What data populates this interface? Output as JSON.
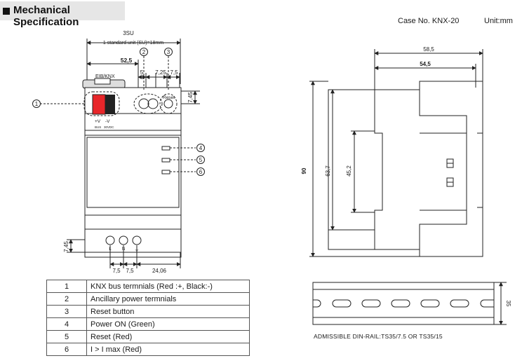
{
  "header": {
    "title": "Mechanical Specification"
  },
  "case_no": "Case No. KNX-20",
  "unit": "Unit:mm",
  "front_view": {
    "width_label": "3SU",
    "su_note": "1 standard unit (SU)=18mm",
    "dim_top": "52,5",
    "dim_5": "5",
    "dim_725": "7,25",
    "dim_75_top": "7,5",
    "dim_745_right": "7,45",
    "dim_745_left": "7,45",
    "dim_75_bottom_a": "7,5",
    "dim_75_bottom_b": "7,5",
    "dim_2406": "24,06",
    "eib_label": "EIB/KNX",
    "reset_label": "Reset",
    "terminal_plus": "+V",
    "terminal_minus": "-V",
    "terminal_bus": "BUS",
    "terminal_vdc": "30VDC",
    "pin_l": "L",
    "pin_n": "N",
    "pin_pe": "⏚",
    "callouts": [
      "1",
      "2",
      "3",
      "4",
      "5",
      "6"
    ]
  },
  "side_view": {
    "dim_585": "58,5",
    "dim_545": "54,5",
    "dim_90": "90",
    "dim_637": "63,7",
    "dim_452": "45,2"
  },
  "rail": {
    "dim_35": "35",
    "label": "ADMISSIBLE DIN-RAIL:TS35/7.5 OR TS35/15"
  },
  "legend": [
    {
      "num": "1",
      "desc": "KNX bus termnials (Red :+, Black:-)"
    },
    {
      "num": "2",
      "desc": "Ancillary power termnials"
    },
    {
      "num": "3",
      "desc": "Reset button"
    },
    {
      "num": "4",
      "desc": "Power ON (Green)"
    },
    {
      "num": "5",
      "desc": "Reset (Red)"
    },
    {
      "num": "6",
      "desc": "I > I max (Red)"
    }
  ],
  "colors": {
    "terminal_red": "#e8262a",
    "terminal_black": "#222222",
    "header_bg": "#e6e6e6"
  }
}
